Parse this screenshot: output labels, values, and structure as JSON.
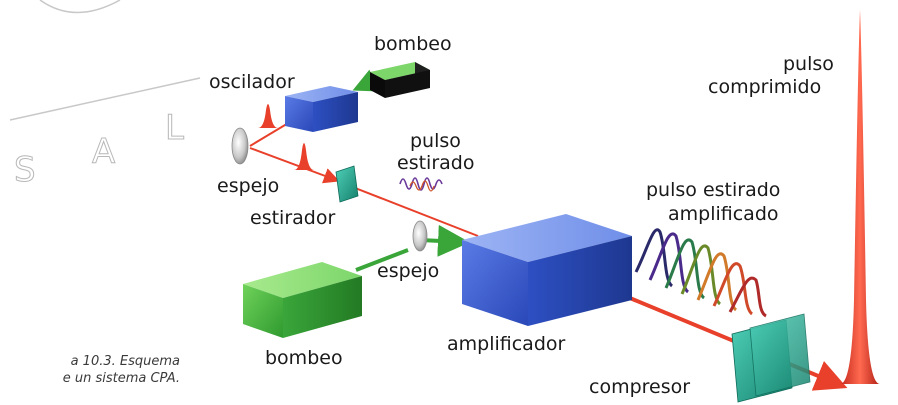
{
  "labels": {
    "bombeo_top": "bombeo",
    "oscilador": "oscilador",
    "pulso_estirado": [
      "pulso",
      "estirado"
    ],
    "espejo_left": "espejo",
    "estirador": "estirador",
    "pulso_estirado_amplificado": [
      "pulso estirado",
      "amplificado"
    ],
    "pulso_comprimido": [
      "pulso",
      "comprimido"
    ],
    "espejo_mid": "espejo",
    "bombeo_bottom": "bombeo",
    "amplificador": "amplificador",
    "compresor": "compresor"
  },
  "caption": [
    "a 10.3. Esquema",
    "e un sistema CPA."
  ],
  "watermark": [
    "S",
    "A",
    "L"
  ],
  "colors": {
    "laser_red": "#e8402a",
    "pump_green": "#3aa63a",
    "oscillator_blue": "#3d5fd0",
    "amplifier_blue": "#3a5fd8",
    "compressor_teal": "#1ea08a"
  }
}
